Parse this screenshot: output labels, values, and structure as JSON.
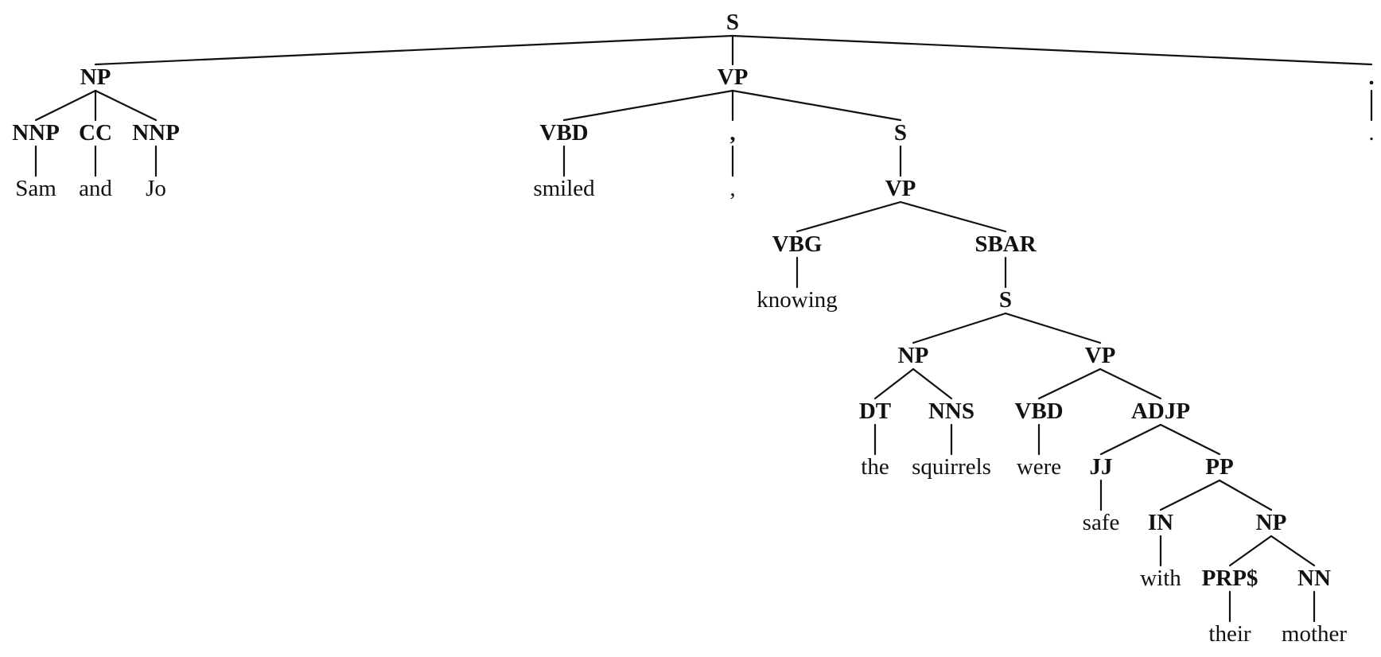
{
  "diagram": {
    "type": "constituency-parse-tree",
    "nodes": [
      {
        "id": "s0",
        "kind": "cat",
        "label": "S"
      },
      {
        "id": "np1",
        "kind": "cat",
        "label": "NP"
      },
      {
        "id": "vp1",
        "kind": "cat",
        "label": "VP"
      },
      {
        "id": "dot1",
        "kind": "cat",
        "label": "."
      },
      {
        "id": "nnp1",
        "kind": "cat",
        "label": "NNP"
      },
      {
        "id": "cc1",
        "kind": "cat",
        "label": "CC"
      },
      {
        "id": "nnp2",
        "kind": "cat",
        "label": "NNP"
      },
      {
        "id": "vbd1",
        "kind": "cat",
        "label": "VBD"
      },
      {
        "id": "com1",
        "kind": "cat",
        "label": ","
      },
      {
        "id": "s1",
        "kind": "cat",
        "label": "S"
      },
      {
        "id": "w_sam",
        "kind": "word",
        "label": "Sam"
      },
      {
        "id": "w_and",
        "kind": "word",
        "label": "and"
      },
      {
        "id": "w_jo",
        "kind": "word",
        "label": "Jo"
      },
      {
        "id": "w_smiled",
        "kind": "word",
        "label": "smiled"
      },
      {
        "id": "w_comma",
        "kind": "word",
        "label": ","
      },
      {
        "id": "vp2",
        "kind": "cat",
        "label": "VP"
      },
      {
        "id": "w_dot",
        "kind": "word",
        "label": "."
      },
      {
        "id": "vbg1",
        "kind": "cat",
        "label": "VBG"
      },
      {
        "id": "sbar1",
        "kind": "cat",
        "label": "SBAR"
      },
      {
        "id": "w_knowing",
        "kind": "word",
        "label": "knowing"
      },
      {
        "id": "s2",
        "kind": "cat",
        "label": "S"
      },
      {
        "id": "np2",
        "kind": "cat",
        "label": "NP"
      },
      {
        "id": "vp3",
        "kind": "cat",
        "label": "VP"
      },
      {
        "id": "dt1",
        "kind": "cat",
        "label": "DT"
      },
      {
        "id": "nns1",
        "kind": "cat",
        "label": "NNS"
      },
      {
        "id": "vbd2",
        "kind": "cat",
        "label": "VBD"
      },
      {
        "id": "adjp1",
        "kind": "cat",
        "label": "ADJP"
      },
      {
        "id": "w_the",
        "kind": "word",
        "label": "the"
      },
      {
        "id": "w_squirrels",
        "kind": "word",
        "label": "squirrels"
      },
      {
        "id": "w_were",
        "kind": "word",
        "label": "were"
      },
      {
        "id": "jj1",
        "kind": "cat",
        "label": "JJ"
      },
      {
        "id": "pp1",
        "kind": "cat",
        "label": "PP"
      },
      {
        "id": "w_safe",
        "kind": "word",
        "label": "safe"
      },
      {
        "id": "in1",
        "kind": "cat",
        "label": "IN"
      },
      {
        "id": "np3",
        "kind": "cat",
        "label": "NP"
      },
      {
        "id": "w_with",
        "kind": "word",
        "label": "with"
      },
      {
        "id": "prp1",
        "kind": "cat",
        "label": "PRP$"
      },
      {
        "id": "nn1",
        "kind": "cat",
        "label": "NN"
      },
      {
        "id": "w_their",
        "kind": "word",
        "label": "their"
      },
      {
        "id": "w_mother",
        "kind": "word",
        "label": "mother"
      }
    ],
    "edges": [
      {
        "from": "s0",
        "to": "np1"
      },
      {
        "from": "s0",
        "to": "vp1"
      },
      {
        "from": "s0",
        "to": "dot1"
      },
      {
        "from": "np1",
        "to": "nnp1"
      },
      {
        "from": "np1",
        "to": "cc1"
      },
      {
        "from": "np1",
        "to": "nnp2"
      },
      {
        "from": "nnp1",
        "to": "w_sam"
      },
      {
        "from": "cc1",
        "to": "w_and"
      },
      {
        "from": "nnp2",
        "to": "w_jo"
      },
      {
        "from": "vp1",
        "to": "vbd1"
      },
      {
        "from": "vp1",
        "to": "com1"
      },
      {
        "from": "vp1",
        "to": "s1"
      },
      {
        "from": "vbd1",
        "to": "w_smiled"
      },
      {
        "from": "com1",
        "to": "w_comma"
      },
      {
        "from": "s1",
        "to": "vp2"
      },
      {
        "from": "dot1",
        "to": "w_dot"
      },
      {
        "from": "vp2",
        "to": "vbg1"
      },
      {
        "from": "vp2",
        "to": "sbar1"
      },
      {
        "from": "vbg1",
        "to": "w_knowing"
      },
      {
        "from": "sbar1",
        "to": "s2"
      },
      {
        "from": "s2",
        "to": "np2"
      },
      {
        "from": "s2",
        "to": "vp3"
      },
      {
        "from": "np2",
        "to": "dt1"
      },
      {
        "from": "np2",
        "to": "nns1"
      },
      {
        "from": "vp3",
        "to": "vbd2"
      },
      {
        "from": "vp3",
        "to": "adjp1"
      },
      {
        "from": "dt1",
        "to": "w_the"
      },
      {
        "from": "nns1",
        "to": "w_squirrels"
      },
      {
        "from": "vbd2",
        "to": "w_were"
      },
      {
        "from": "adjp1",
        "to": "jj1"
      },
      {
        "from": "adjp1",
        "to": "pp1"
      },
      {
        "from": "jj1",
        "to": "w_safe"
      },
      {
        "from": "pp1",
        "to": "in1"
      },
      {
        "from": "pp1",
        "to": "np3"
      },
      {
        "from": "in1",
        "to": "w_with"
      },
      {
        "from": "np3",
        "to": "prp1"
      },
      {
        "from": "np3",
        "to": "nn1"
      },
      {
        "from": "prp1",
        "to": "w_their"
      },
      {
        "from": "nn1",
        "to": "w_mother"
      }
    ]
  }
}
